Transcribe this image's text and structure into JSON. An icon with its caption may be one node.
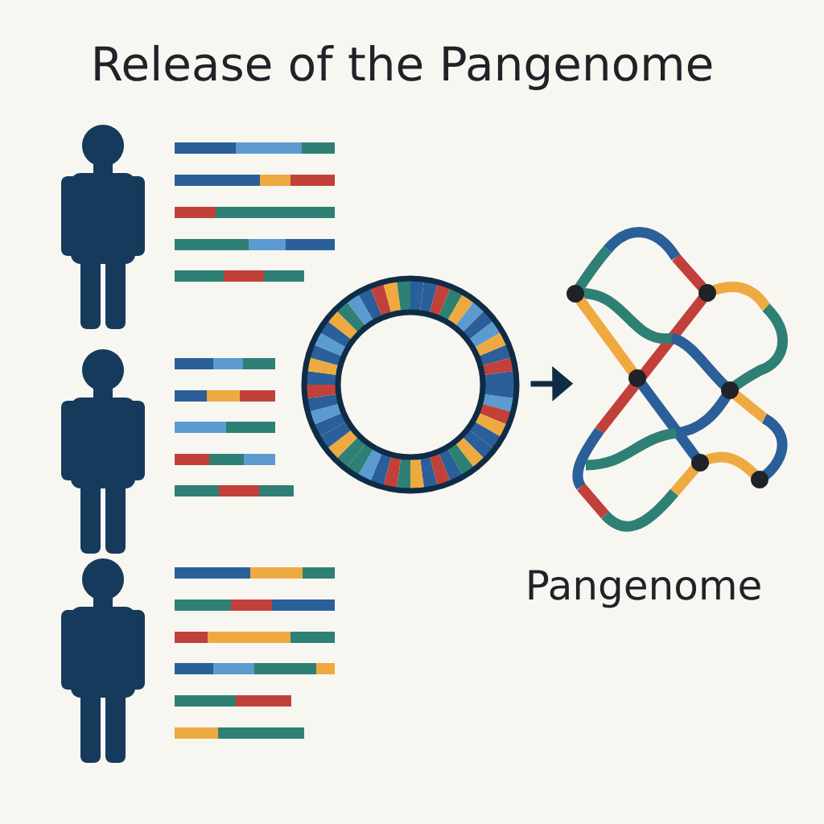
{
  "diagram": {
    "title": "Release of the Pangenome",
    "nodes": [
      {
        "text": [],
        "shape": "circle"
      },
      {
        "text": [],
        "shape": "picture",
        "beside": [
          "Pangenome"
        ]
      }
    ],
    "edges": [
      {
        "from": 0,
        "to": 1,
        "arrow": "to"
      }
    ]
  }
}
